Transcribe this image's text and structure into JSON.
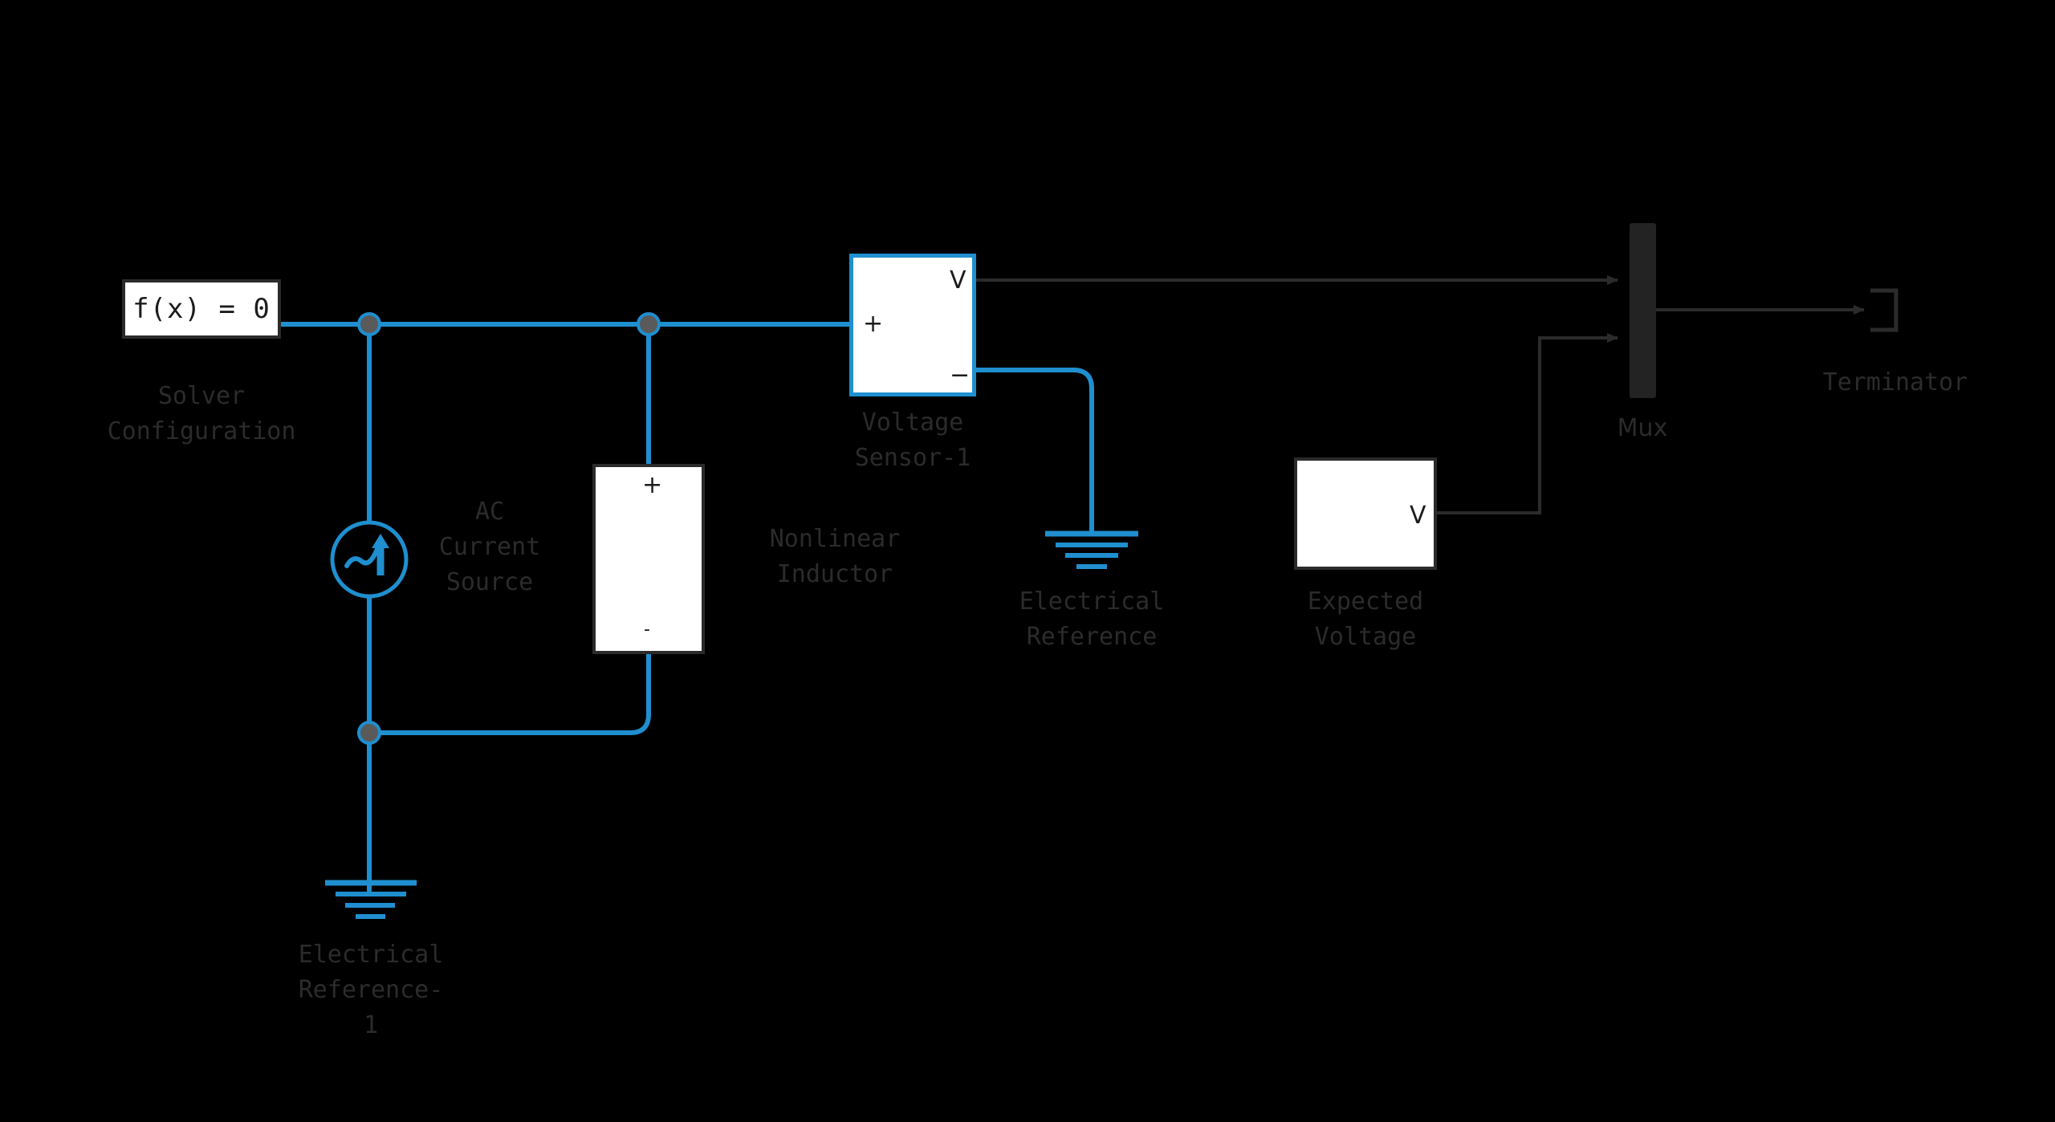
{
  "diagram": {
    "title": "Simscape Electrical Circuit Diagram",
    "background_color": "#000000",
    "physical_wire_color": "#1f8fd0",
    "signal_wire_color": "#2b2b2b",
    "block_fill_color": "#ffffff",
    "block_border_color": "#2b2b2b",
    "selected_border_color": "#1f8fd0",
    "label_color": "#2b2b2b",
    "junction_fill_color": "#5a5a5a"
  },
  "blocks": {
    "solver_configuration": {
      "label": "Solver\nConfiguration",
      "body_text": "f(x) = 0",
      "type": "solver-configuration"
    },
    "ac_current_source": {
      "label": "AC\nCurrent\nSource",
      "icon": "ac-current-source-icon",
      "type": "ac-current-source"
    },
    "nonlinear_inductor": {
      "label": "Nonlinear\nInductor",
      "port_top": "+",
      "port_bottom": "-",
      "type": "nonlinear-inductor"
    },
    "voltage_sensor": {
      "label": "Voltage\nSensor-1",
      "port_plus": "+",
      "port_minus": "−",
      "port_output": "V",
      "icon": "voltage-sensor-icon",
      "selected": true,
      "type": "voltage-sensor"
    },
    "electrical_reference": {
      "label": "Electrical\nReference",
      "icon": "ground-icon",
      "type": "electrical-reference"
    },
    "electrical_reference_1": {
      "label": "Electrical\nReference-\n1",
      "icon": "ground-icon",
      "type": "electrical-reference"
    },
    "expected_voltage": {
      "label": "Expected\nVoltage",
      "port_output": "V",
      "type": "expected-voltage"
    },
    "mux": {
      "label": "Mux",
      "inputs": 2,
      "outputs": 1,
      "type": "mux"
    },
    "terminator": {
      "label": "Terminator",
      "icon": "terminator-icon",
      "type": "terminator"
    }
  },
  "connections": [
    {
      "name": "solver-to-bus",
      "kind": "physical"
    },
    {
      "name": "bus-to-ac-source",
      "kind": "physical"
    },
    {
      "name": "bus-to-inductor-top",
      "kind": "physical"
    },
    {
      "name": "bus-to-sensor-plus",
      "kind": "physical"
    },
    {
      "name": "ac-source-to-lower-bus",
      "kind": "physical"
    },
    {
      "name": "inductor-bottom-to-lower-bus",
      "kind": "physical"
    },
    {
      "name": "lower-bus-to-ground-1",
      "kind": "physical"
    },
    {
      "name": "sensor-minus-to-ground",
      "kind": "physical"
    },
    {
      "name": "sensor-v-to-mux-in1",
      "kind": "signal"
    },
    {
      "name": "expected-voltage-to-mux-in2",
      "kind": "signal"
    },
    {
      "name": "mux-to-terminator",
      "kind": "signal"
    }
  ]
}
